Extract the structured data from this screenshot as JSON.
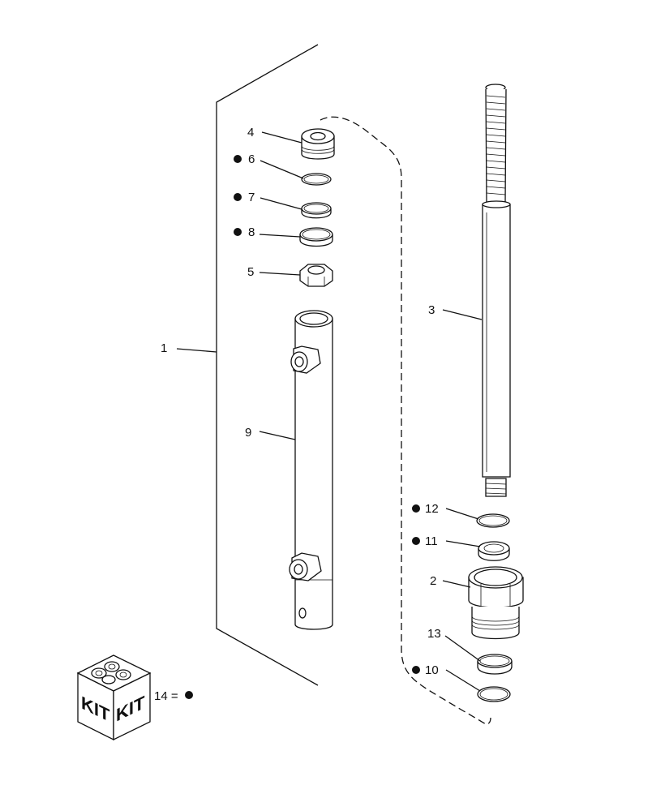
{
  "callouts": {
    "p1": "1",
    "p2": "2",
    "p3": "3",
    "p4": "4",
    "p5": "5",
    "p6": "6",
    "p7": "7",
    "p8": "8",
    "p9": "9",
    "p10": "10",
    "p11": "11",
    "p12": "12",
    "p13": "13"
  },
  "kit": {
    "face_left": "KIT",
    "face_right": "KIT",
    "legend": "14 ="
  },
  "colors": {
    "line": "#111111",
    "background": "#ffffff"
  },
  "icons": {
    "kit_marker": "filled-dot",
    "kit_box": "kit-box-icon"
  }
}
